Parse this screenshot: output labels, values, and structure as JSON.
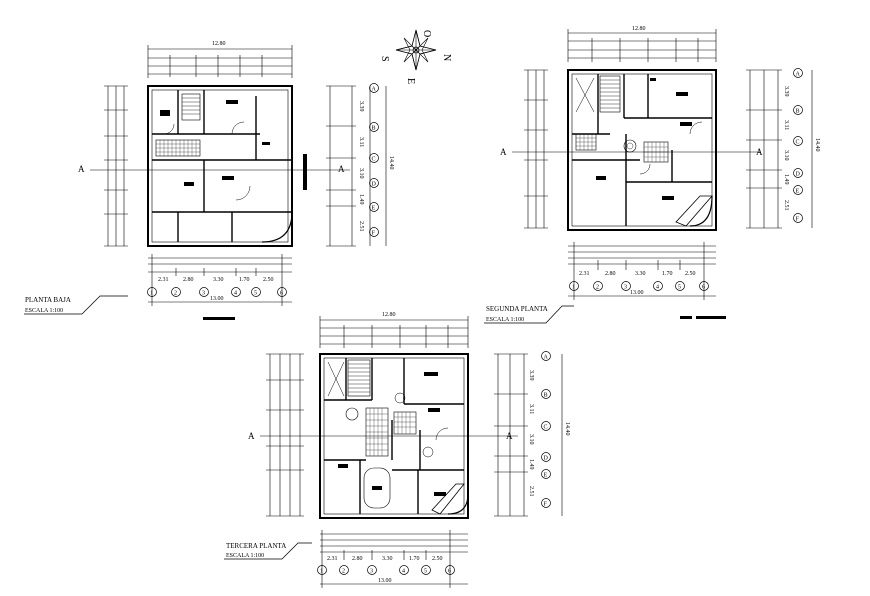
{
  "compass": {
    "n": "N",
    "s": "S",
    "e": "E",
    "o": "O"
  },
  "plans": [
    {
      "id": "planta-baja",
      "title": "PLANTA BAJA",
      "scale": "ESCALA  1:100",
      "width_label": "12.80",
      "total_label": "13.00",
      "bottom_dims": [
        "2.31",
        "2.80",
        "3.30",
        "1.70",
        "2.50"
      ],
      "column_axes": [
        "1",
        "2",
        "3",
        "4",
        "5",
        "6"
      ],
      "row_axes": [
        "A",
        "B",
        "C",
        "D",
        "E",
        "F"
      ],
      "right_dims": [
        "3.39",
        "3.11",
        "3.10",
        "1.49",
        "2.51"
      ],
      "right_total": "14.40",
      "section": "A"
    },
    {
      "id": "segunda-planta",
      "title": "SEGUNDA PLANTA",
      "scale": "ESCALA  1:100",
      "width_label": "12.80",
      "total_label": "13.00",
      "bottom_dims": [
        "2.31",
        "2.80",
        "3.30",
        "1.70",
        "2.50"
      ],
      "column_axes": [
        "1",
        "2",
        "3",
        "4",
        "5",
        "6"
      ],
      "row_axes": [
        "A",
        "B",
        "C",
        "D",
        "E",
        "F"
      ],
      "right_dims": [
        "3.39",
        "3.11",
        "3.10",
        "1.49",
        "2.51"
      ],
      "right_total": "14.40",
      "section": "A"
    },
    {
      "id": "tercera-planta",
      "title": "TERCERA PLANTA",
      "scale": "ESCALA  1:100",
      "width_label": "12.80",
      "total_label": "13.00",
      "bottom_dims": [
        "2.31",
        "2.80",
        "3.30",
        "1.70",
        "2.50"
      ],
      "column_axes": [
        "1",
        "2",
        "3",
        "4",
        "5",
        "6"
      ],
      "row_axes": [
        "A",
        "B",
        "C",
        "D",
        "E",
        "F"
      ],
      "right_dims": [
        "3.39",
        "3.11",
        "3.10",
        "1.49",
        "2.51"
      ],
      "right_total": "14.40",
      "section": "A"
    }
  ]
}
